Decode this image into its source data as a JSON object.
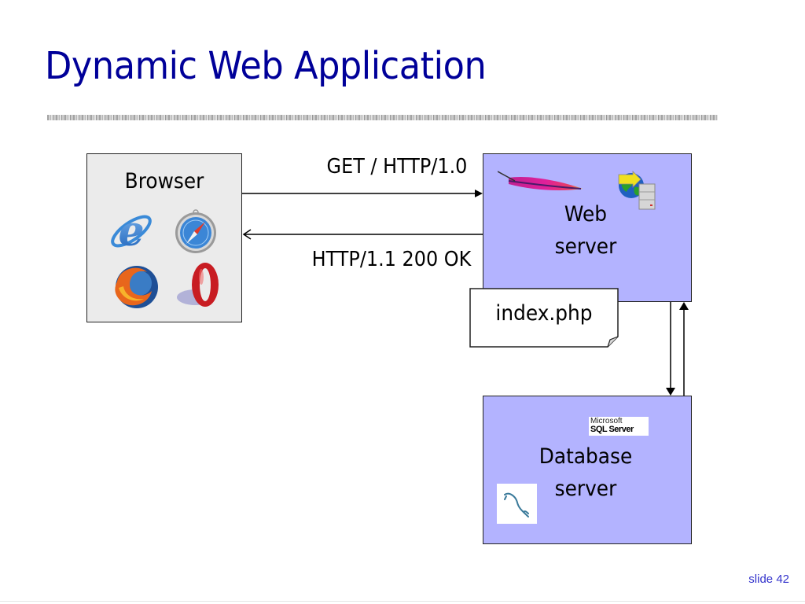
{
  "slide": {
    "title": "Dynamic Web Application",
    "slide_number": "slide 42"
  },
  "nodes": {
    "browser": {
      "label": "Browser",
      "icons": [
        "internet-explorer-icon",
        "safari-icon",
        "firefox-icon",
        "opera-icon"
      ],
      "fill": "#ebebeb"
    },
    "web_server": {
      "label_line1": "Web",
      "label_line2": "server",
      "icons": [
        "apache-feather-icon",
        "web-server-globe-icon"
      ],
      "fill": "#b3b3ff"
    },
    "database_server": {
      "label_line1": "Database",
      "label_line2": "server",
      "icons": [
        "sql-server-logo-icon",
        "mysql-dolphin-icon"
      ],
      "fill": "#b3b3ff",
      "sql_logo_line1": "Microsoft",
      "sql_logo_line2": "SQL Server"
    },
    "document": {
      "label": "index.php"
    }
  },
  "edges": [
    {
      "from": "browser",
      "to": "web_server",
      "label": "GET / HTTP/1.0"
    },
    {
      "from": "web_server",
      "to": "browser",
      "label": "HTTP/1.1 200 OK"
    },
    {
      "from": "web_server",
      "to": "database_server",
      "label": ""
    },
    {
      "from": "database_server",
      "to": "web_server",
      "label": ""
    }
  ],
  "colors": {
    "title": "#000099",
    "server_fill": "#b3b3ff",
    "browser_fill": "#ebebeb",
    "slide_number": "#3333cc"
  }
}
